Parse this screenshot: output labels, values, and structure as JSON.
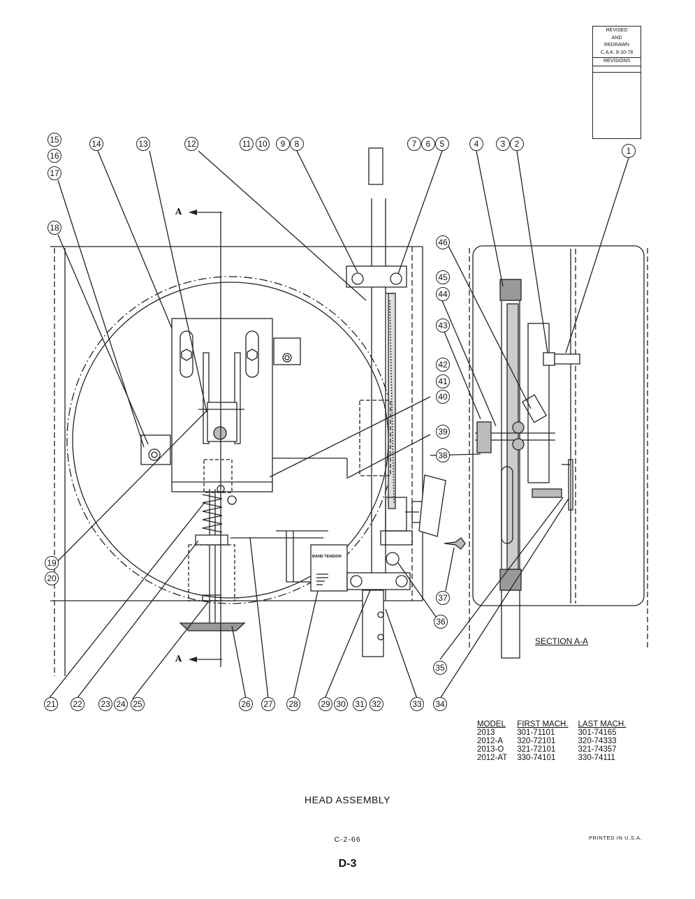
{
  "revision_block": {
    "lines": [
      "REVISED",
      "AND",
      "REDRAWN",
      "C.A.K. 8-10-78"
    ],
    "title": "REVISIONS"
  },
  "callouts": [
    "1",
    "2",
    "3",
    "4",
    "5",
    "6",
    "7",
    "8",
    "9",
    "10",
    "11",
    "12",
    "13",
    "14",
    "15",
    "16",
    "17",
    "18",
    "19",
    "20",
    "21",
    "22",
    "23",
    "24",
    "25",
    "26",
    "27",
    "28",
    "29",
    "30",
    "31",
    "32",
    "33",
    "34",
    "35",
    "36",
    "37",
    "38",
    "39",
    "40",
    "41",
    "42",
    "43",
    "44",
    "45",
    "46"
  ],
  "section_marker": "A",
  "band_tension_label": "BAND TENSION",
  "section_label": "SECTION A-A",
  "model_table": {
    "headers": [
      "MODEL",
      "FIRST MACH.",
      "LAST MACH."
    ],
    "rows": [
      [
        "2013",
        "301-71101",
        "301-74165"
      ],
      [
        "2012-A",
        "320-72101",
        "320-74333"
      ],
      [
        "2013-O",
        "321-72101",
        "321-74357"
      ],
      [
        "2012-AT",
        "330-74101",
        "330-74111"
      ]
    ]
  },
  "title": "HEAD ASSEMBLY",
  "date_code": "C-2-66",
  "printed": "PRINTED IN U.S.A.",
  "page": "D-3"
}
